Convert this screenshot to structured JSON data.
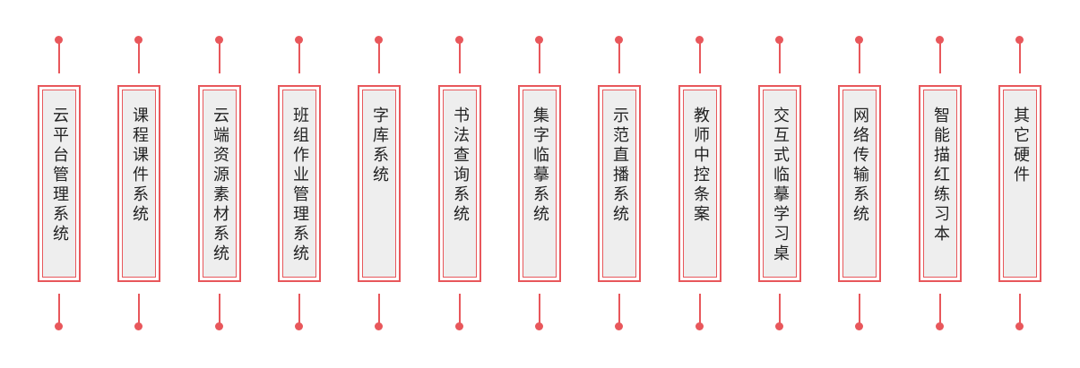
{
  "items": [
    {
      "label": "云平台管理系统"
    },
    {
      "label": "课程课件系统"
    },
    {
      "label": "云端资源素材系统"
    },
    {
      "label": "班组作业管理系统"
    },
    {
      "label": "字库系统"
    },
    {
      "label": "书法查询系统"
    },
    {
      "label": "集字临摹系统"
    },
    {
      "label": "示范直播系统"
    },
    {
      "label": "教师中控条案"
    },
    {
      "label": "交互式临摹学习桌"
    },
    {
      "label": "网络传输系统"
    },
    {
      "label": "智能描红练习本"
    },
    {
      "label": "其它硬件"
    }
  ],
  "colors": {
    "accent": "#e8575b",
    "box_fill": "#eeeeee",
    "text": "#222222"
  }
}
